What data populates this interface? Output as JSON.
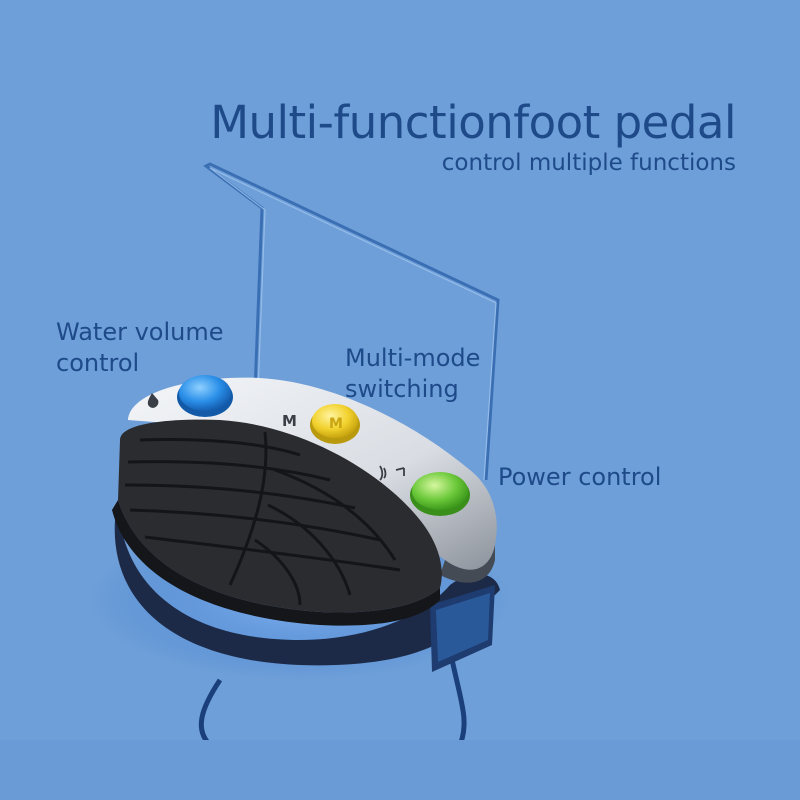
{
  "headline": {
    "title": "Multi-functionfoot pedal",
    "subtitle": "control multiple functions"
  },
  "callouts": {
    "water": "Water volume control",
    "mode": "Multi-mode switching",
    "power": "Power control"
  },
  "pedal": {
    "mode_key_letter": "M",
    "colors": {
      "background": "#6e9fd8",
      "text": "#1f4a8a",
      "pedal_body": "#2b2c30",
      "water_button": "#2a8fe8",
      "mode_button": "#f2d22e",
      "power_button": "#6cc93a"
    }
  }
}
